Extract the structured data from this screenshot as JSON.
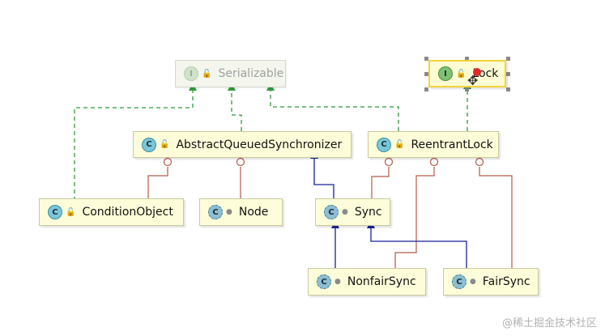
{
  "diagram": {
    "nodes": {
      "serializable": {
        "label": "Serializable",
        "kind": "I",
        "visibility": "public"
      },
      "lock": {
        "label": "Lock",
        "kind": "I",
        "visibility": "public"
      },
      "aqs": {
        "label": "AbstractQueuedSynchronizer",
        "kind": "C",
        "visibility": "public"
      },
      "reentrant": {
        "label": "ReentrantLock",
        "kind": "C",
        "visibility": "public"
      },
      "condition": {
        "label": "ConditionObject",
        "kind": "C",
        "visibility": "public"
      },
      "node": {
        "label": "Node",
        "kind": "C",
        "visibility": "package"
      },
      "sync": {
        "label": "Sync",
        "kind": "C",
        "visibility": "package"
      },
      "nonfair": {
        "label": "NonfairSync",
        "kind": "C",
        "visibility": "package"
      },
      "fair": {
        "label": "FairSync",
        "kind": "C",
        "visibility": "package"
      }
    },
    "colors": {
      "implements": "#2e9a3b",
      "extends": "#16209a",
      "inner": "#b45a4a",
      "selection": "#f2d43a"
    }
  },
  "watermark": "@稀土掘金技术社区"
}
